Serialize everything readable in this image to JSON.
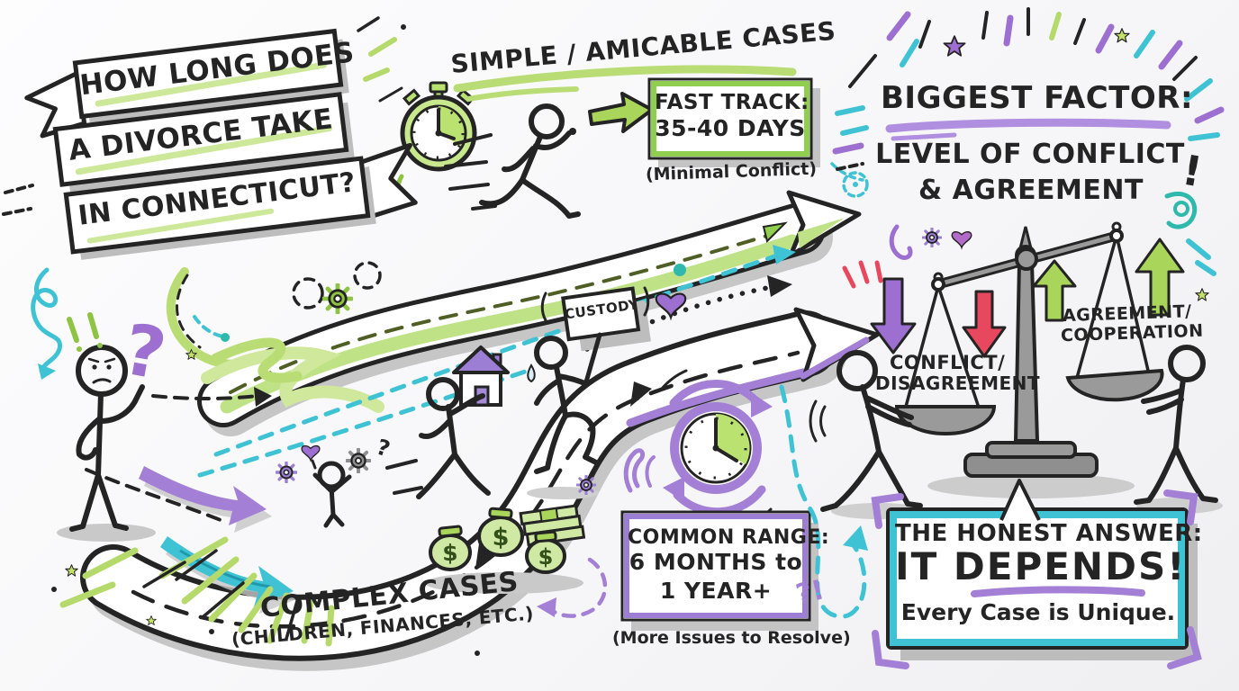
{
  "title": {
    "lines": [
      "HOW LONG DOES",
      "A DIVORCE TAKE",
      "IN CONNECTICUT?"
    ]
  },
  "fast_path": {
    "header": "SIMPLE / AMICABLE CASES",
    "box_line1": "FAST TRACK:",
    "box_line2": "35-40 DAYS",
    "note": "(Minimal Conflict)"
  },
  "slow_path": {
    "header": "COMPLEX CASES",
    "subheader": "(CHILDREN, FINANCES, ETC.)",
    "box_line1": "COMMON RANGE:",
    "box_line2": "6 MONTHS to",
    "box_line3": "1 YEAR+",
    "note": "(More Issues to Resolve)"
  },
  "factor": {
    "line1": "BIGGEST FACTOR:",
    "line2": "LEVEL OF CONFLICT",
    "line3": "& AGREEMENT"
  },
  "scale": {
    "left_line1": "CONFLICT/",
    "left_line2": "DISAGREEMENT",
    "right_line1": "AGREEMENT/",
    "right_line2": "COOPERATION"
  },
  "custody_sign": {
    "label": "CUSTODY"
  },
  "conclusion": {
    "line1": "THE HONEST ANSWER:",
    "line2": "IT DEPENDS!",
    "line3": "Every Case is Unique."
  },
  "decorations": {
    "question_mark": "?",
    "question_small": "?",
    "question_exclamation": "?!",
    "exclamation_mark": "!",
    "dollar_sign": "$"
  },
  "icons": {
    "stopwatch": "⏱",
    "runner": "🏃",
    "scale": "⚖",
    "clock_cycle": "🕑",
    "money_bag": "💰",
    "house": "🏠",
    "gear": "⚙",
    "heart": "♥",
    "star": "★",
    "question": "?"
  },
  "colors": {
    "ink": "#242424",
    "green": "#a9d65a",
    "green_light": "#cfe89b",
    "purple": "#9c6fd0",
    "purple_light": "#b08fe0",
    "cyan": "#3fc3d4",
    "teal": "#2fb9ac",
    "red": "#e8485e",
    "gray": "#9a9a9a",
    "shadow": "#c6c6c6"
  }
}
